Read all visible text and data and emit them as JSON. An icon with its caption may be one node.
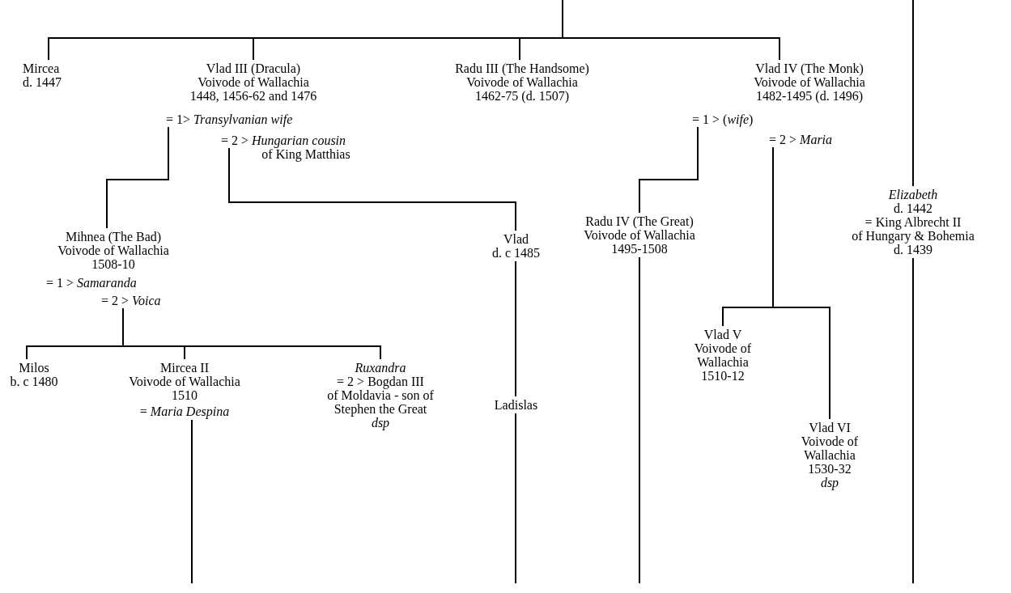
{
  "diagram": {
    "nodes": [
      {
        "text": [
          "Mircea",
          "d. 1447"
        ]
      },
      {
        "text": [
          "Vlad III (Dracula)",
          "Voivode of Wallachia",
          "1448, 1456-62 and 1476",
          "= 1> *Transylvanian wife*",
          "= 2 > *Hungarian cousin*",
          "of King Matthias"
        ]
      },
      {
        "text": [
          "Radu III (The Handsome)",
          "Voivode of Wallachia",
          "1462-75 (d. 1507)"
        ]
      },
      {
        "text": [
          "Vlad IV (The Monk)",
          "Voivode of Wallachia",
          "1482-1495 (d. 1496)",
          "= 1 > (*wife*)",
          "= 2 > *Maria*"
        ]
      },
      {
        "text": [
          "Mihnea (The Bad)",
          "Voivode of Wallachia",
          "1508-10",
          "= 1 > *Samaranda*",
          "= 2 > *Voica*"
        ]
      },
      {
        "text": [
          "Vlad",
          "d. c 1485"
        ]
      },
      {
        "text": [
          "Radu IV (The Great)",
          "Voivode of Wallachia",
          "1495-1508"
        ]
      },
      {
        "text": [
          "Elizabeth",
          "d. 1442",
          "= King Albrecht II",
          "of Hungary & Bohemia",
          "d. 1439"
        ]
      },
      {
        "text": [
          "Milos",
          "b. c 1480"
        ]
      },
      {
        "text": [
          "Mircea II",
          "Voivode of Wallachia",
          "1510",
          "= *Maria Despina*"
        ]
      },
      {
        "text": [
          "Ruxandra",
          "= 2 > Bogdan III",
          "of Moldavia - son of",
          "Stephen the Great",
          "dsp"
        ]
      },
      {
        "text": [
          "Vlad V",
          "Voivode of Wallachia",
          "1510-12"
        ]
      },
      {
        "text": [
          "Ladislas"
        ]
      },
      {
        "text": [
          "Vlad VI",
          "Voivode of Wallachia",
          "1530-32",
          "dsp"
        ]
      }
    ],
    "edges": [
      {
        "from": null,
        "to": 0,
        "arrow": "none"
      },
      {
        "from": null,
        "to": 1,
        "arrow": "none"
      },
      {
        "from": null,
        "to": 2,
        "arrow": "none"
      },
      {
        "from": null,
        "to": 3,
        "arrow": "none"
      },
      {
        "from": 1,
        "to": 4,
        "arrow": "none"
      },
      {
        "from": 1,
        "to": 5,
        "arrow": "none"
      },
      {
        "from": 3,
        "to": 6,
        "arrow": "none"
      },
      {
        "from": 3,
        "to": 11,
        "arrow": "none"
      },
      {
        "from": 3,
        "to": 13,
        "arrow": "none"
      },
      {
        "from": 4,
        "to": 8,
        "arrow": "none"
      },
      {
        "from": 4,
        "to": 9,
        "arrow": "none"
      },
      {
        "from": 4,
        "to": 10,
        "arrow": "none"
      },
      {
        "from": 5,
        "to": 12,
        "arrow": "none"
      },
      {
        "from": null,
        "to": 7,
        "arrow": "none"
      },
      {
        "from": 7,
        "to": null,
        "arrow": "none"
      },
      {
        "from": 9,
        "to": null,
        "arrow": "none"
      },
      {
        "from": 12,
        "to": null,
        "arrow": "none"
      },
      {
        "from": 6,
        "to": null,
        "arrow": "none"
      }
    ]
  }
}
